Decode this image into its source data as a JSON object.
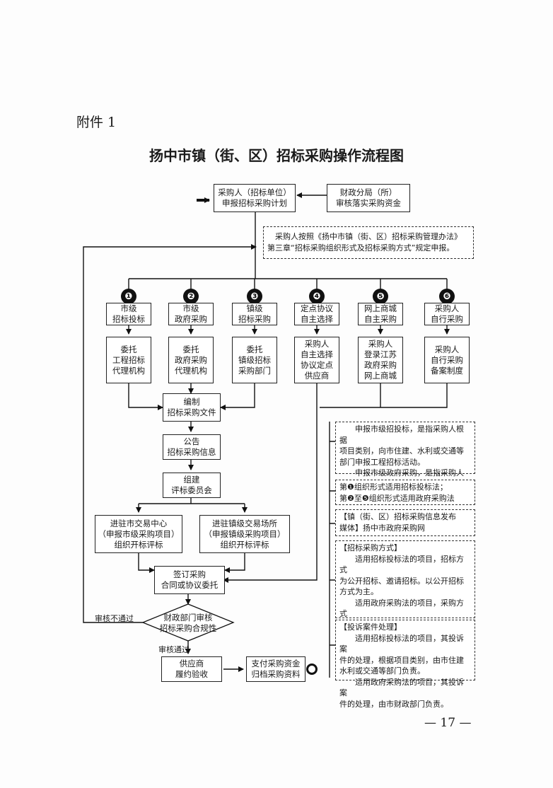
{
  "attachment": "附件 1",
  "title": "扬中市镇（街、区）招标采购操作流程图",
  "boxes": {
    "purchaser": "采购人（招标单位）\n申报招标采购计划",
    "finance_branch": "财政分局（所）\n审核落实采购资金",
    "c1": "市级\n招标投标",
    "c2": "市级\n政府采购",
    "c3": "镇级\n招标采购",
    "c4": "定点协议\n自主选择",
    "c5": "网上商城\n自主采购",
    "c6": "采购人\n自行采购",
    "d1": "委托\n工程招标\n代理机构",
    "d2": "委托\n政府采购\n代理机构",
    "d3": "委托\n镇级招标\n采购部门",
    "d4": "采购人\n自主选择\n协议定点\n供应商",
    "d5": "采购人\n登录江苏\n政府采购\n网上商城",
    "d6": "采购人\n自行采购\n备案制度",
    "compile": "编制\n招标采购文件",
    "announce": "公告\n招标采购信息",
    "committee": "组建\n评标委员会",
    "city_center": "进驻市交易中心\n（申报市级采购项目）\n组织开标评标",
    "town_venue": "进驻镇级交易场所\n（申报镇级采购项目）\n组织开标评标",
    "sign": "签订采购\n合同或协议委托",
    "review": "财政部门审核\n招标采购合规性",
    "supplier": "供应商\n履约验收",
    "payment": "支付采购资金\n归档采购资料"
  },
  "numbers": [
    "❶",
    "❷",
    "❸",
    "❹",
    "❺",
    "❻"
  ],
  "labels": {
    "rejected": "审核不通过",
    "approved": "审核通过"
  },
  "notes": {
    "rule": "　采购人按照《扬中市镇（街、区）招标采购管理办法》\n第三章“招标采购组织形式及招标采购方式”规定申报。",
    "n1": "　　申报市级招投标，是指采购人根据\n项目类别，向市住建、水利或交通等\n部门申报工程招标活动。\n　　申报市级政府采购，是指采购人向\n市财政部门申报政府采购活动。",
    "n2": "第❶组织形式适用招标投标法；\n第❷至❺组织形式适用政府采购法",
    "n3": "【镇（街、区）招标采购信息发布\n媒体】扬中市政府采购网",
    "n4": "【招标采购方式】\n　　适用招标投标法的项目，招标方式\n为公开招标、邀请招标。以公开招标\n方式为主。\n　　适用政府采购法的项目，采购方式\n为公开招标、竞争性谈判、单一来源\n询价、竞争性磋商。",
    "n5": "【投诉案件处理】\n　　适用招标投标法的项目，其投诉案\n件的处理，根据项目类别，由市住建\n水利或交通等部门负责。\n　　适用政府采购法的项目，其投诉案\n件的处理，由市财政部门负责。"
  },
  "page_number": "— 17 —"
}
